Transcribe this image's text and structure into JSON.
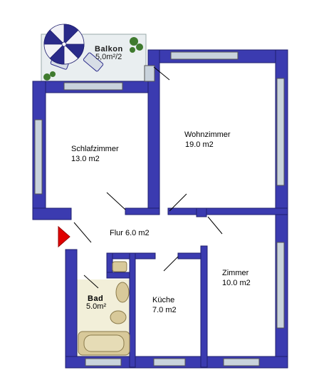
{
  "colors": {
    "wall": "#3b3bb0",
    "wall_edge": "#1f1f6e",
    "window": "#c9d3dc",
    "balcony_floor": "#e9eef0",
    "bath_floor": "#f2efd9",
    "fixture": "#d8c99a",
    "fixture_edge": "#8a7a4a",
    "plant": "#3f7a2e",
    "umbrella_dark": "#2a2a8a",
    "umbrella_light": "#f2f2f7",
    "door_marker": "#e00000"
  },
  "icons": {
    "umbrella": "parasol-icon",
    "entrance": "entrance-arrow-icon",
    "plants": "plant-icon"
  },
  "rooms": {
    "balkon": {
      "name": "Balkon",
      "area": "5,0m²/2"
    },
    "schlafzimmer": {
      "name": "Schlafzimmer",
      "area": "13.0  m2"
    },
    "wohnzimmer": {
      "name": "Wohnzimmer",
      "area": "19.0 m2"
    },
    "flur": {
      "name": "Flur 6.0 m2"
    },
    "bad": {
      "name": "Bad",
      "area": "5.0m²"
    },
    "kueche": {
      "name": "Küche",
      "area": "7.0 m2"
    },
    "zimmer": {
      "name": "Zimmer",
      "area": "10.0 m2"
    }
  }
}
